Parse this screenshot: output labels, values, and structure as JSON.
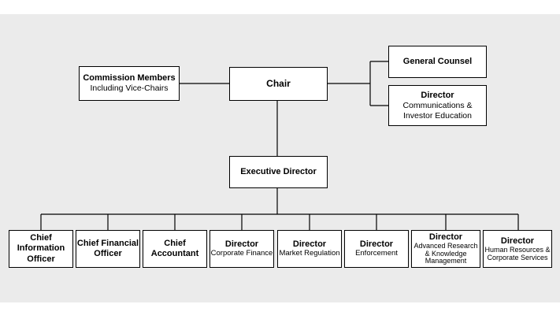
{
  "boxes": {
    "chair": {
      "title": "Chair"
    },
    "commission": {
      "title": "Commission Members",
      "subtitle": "Including Vice-Chairs"
    },
    "general_counsel": {
      "title": "General Counsel"
    },
    "director_comm": {
      "title": "Director",
      "line1": "Communications &",
      "line2": "Investor Education"
    },
    "executive_director": {
      "title": "Executive Director"
    },
    "cio": {
      "line1": "Chief Information",
      "line2": "Officer"
    },
    "cfo": {
      "line1": "Chief Financial",
      "line2": "Officer"
    },
    "chief_accountant": {
      "line1": "Chief",
      "line2": "Accountant"
    },
    "dir_corp_fin": {
      "title": "Director",
      "subtitle": "Corporate Finance"
    },
    "dir_market_reg": {
      "title": "Director",
      "subtitle": "Market Regulation"
    },
    "dir_enforcement": {
      "title": "Director",
      "subtitle": "Enforcement"
    },
    "dir_research": {
      "title": "Director",
      "line1": "Advanced Research",
      "line2": "& Knowledge",
      "line3": "Management"
    },
    "dir_hr": {
      "title": "Director",
      "line1": "Human Resources &",
      "line2": "Corporate Services"
    }
  }
}
